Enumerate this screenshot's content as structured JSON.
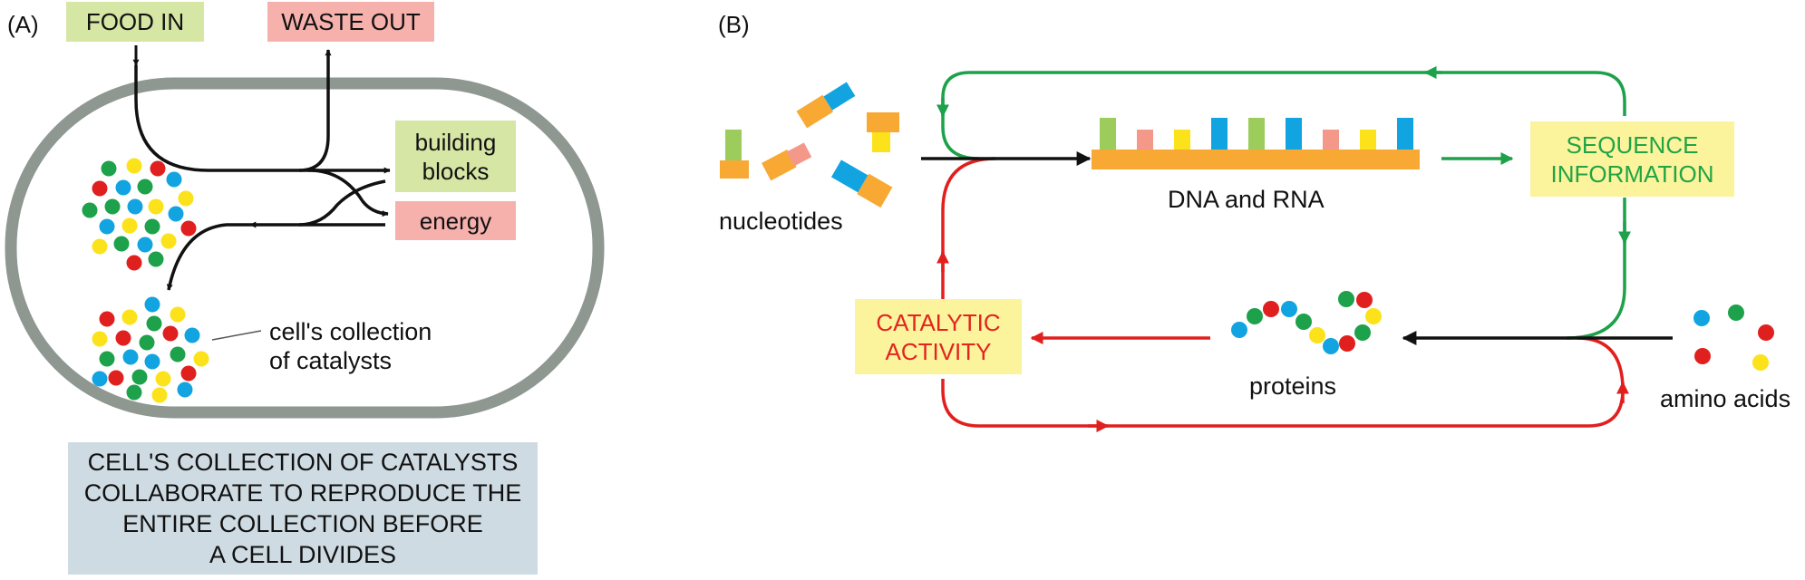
{
  "panel_a": {
    "letter": "(A)",
    "food_in": "FOOD IN",
    "waste_out": "WASTE OUT",
    "building_blocks": [
      "building",
      "blocks"
    ],
    "energy": "energy",
    "catalysts_label": [
      "cell's collection",
      "of catalysts"
    ],
    "caption": [
      "CELL'S COLLECTION OF CATALYSTS",
      "COLLABORATE TO REPRODUCE THE",
      "ENTIRE COLLECTION BEFORE",
      "A CELL DIVIDES"
    ]
  },
  "panel_b": {
    "letter": "(B)",
    "nucleotides": "nucleotides",
    "dna_rna": "DNA and RNA",
    "sequence_information": [
      "SEQUENCE",
      "INFORMATION"
    ],
    "catalytic_activity": [
      "CATALYTIC",
      "ACTIVITY"
    ],
    "proteins": "proteins",
    "amino_acids": "amino acids"
  },
  "colors": {
    "green_box": "#d6e6a4",
    "pink_box": "#f6b1ad",
    "yellow_box": "#fbf49c",
    "caption_box": "#cfdbe3",
    "cell_outline": "#8f9791",
    "red": "#e0201f",
    "green": "#1da14a",
    "blue": "#12a4e0",
    "yellow": "#fbe21a",
    "orange": "#f7a934",
    "salmon": "#f4998a",
    "lime": "#9ccd5c",
    "seq_text": "#22a445",
    "cat_text": "#e4231f"
  }
}
